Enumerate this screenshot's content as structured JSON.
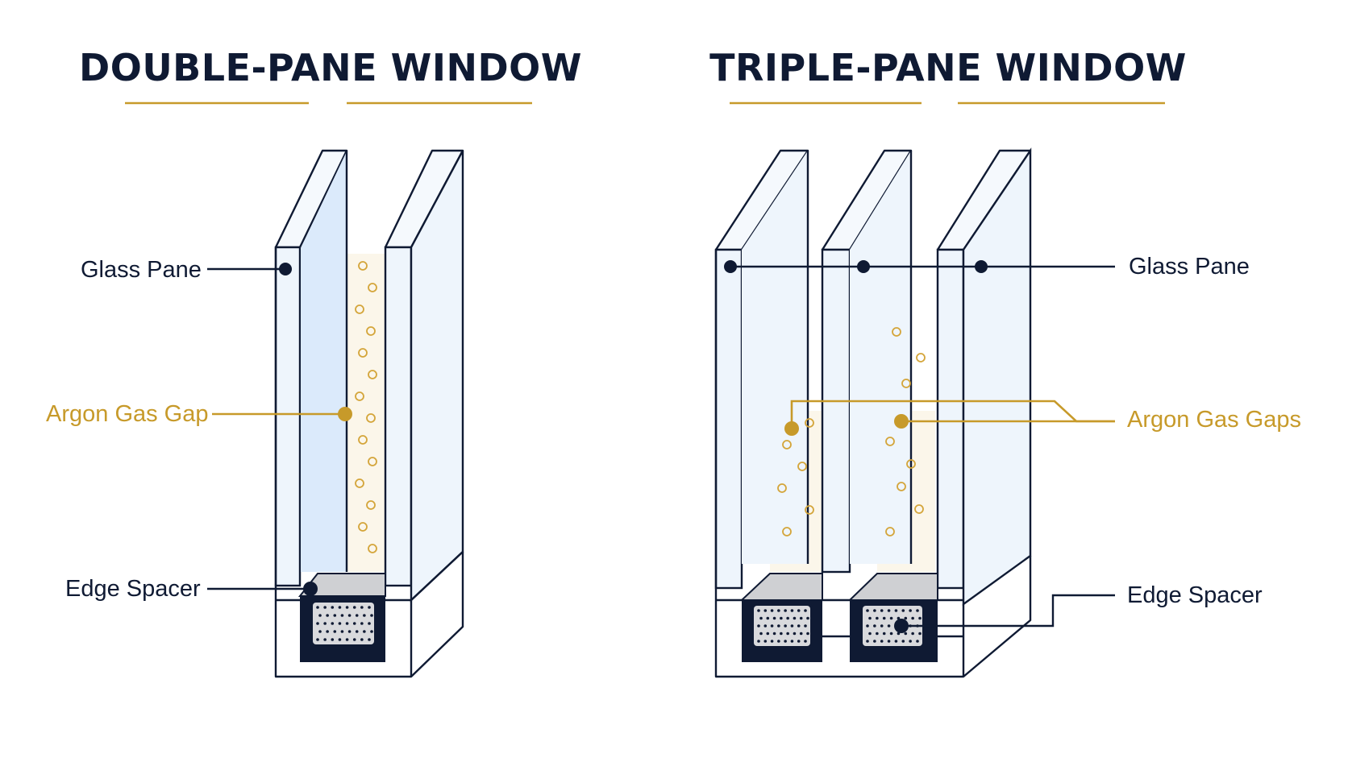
{
  "panels": {
    "double": {
      "title": "DOUBLE-PANE WINDOW",
      "labels": {
        "glass_pane": "Glass Pane",
        "argon_gap": "Argon Gas Gap",
        "edge_spacer": "Edge Spacer"
      }
    },
    "triple": {
      "title": "TRIPLE-PANE WINDOW",
      "labels": {
        "glass_pane": "Glass Pane",
        "argon_gap": "Argon Gas Gaps",
        "edge_spacer": "Edge Spacer"
      }
    }
  },
  "colors": {
    "navy": "#0f1a33",
    "gold": "#c79a2a",
    "glass": "#eef5fc",
    "glass_tint": "#dbeafb"
  }
}
